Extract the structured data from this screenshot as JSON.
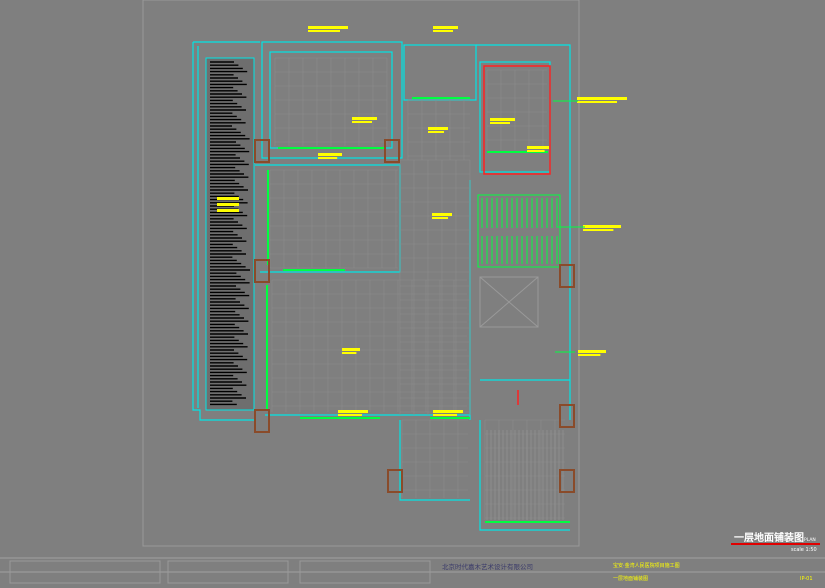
{
  "drawing": {
    "title": "一层地面铺装图",
    "title_tag": "PLAN",
    "scale": "scale 1:50"
  },
  "title_block": {
    "company": "北京时代嘉木艺术设计有限公司",
    "project": "宝安·金湾人民医院项目施工图",
    "sheet_name": "一层地面铺装图",
    "sheet_no": "IP-01"
  },
  "colors": {
    "background": "#7f7f7f",
    "wall_cyan": "#00e5e5",
    "tag_yellow": "#ffff00",
    "stair_green": "#00ff40",
    "redline": "#ff2020",
    "title_red": "#e00000",
    "wood_brown": "#8a4b2a"
  }
}
